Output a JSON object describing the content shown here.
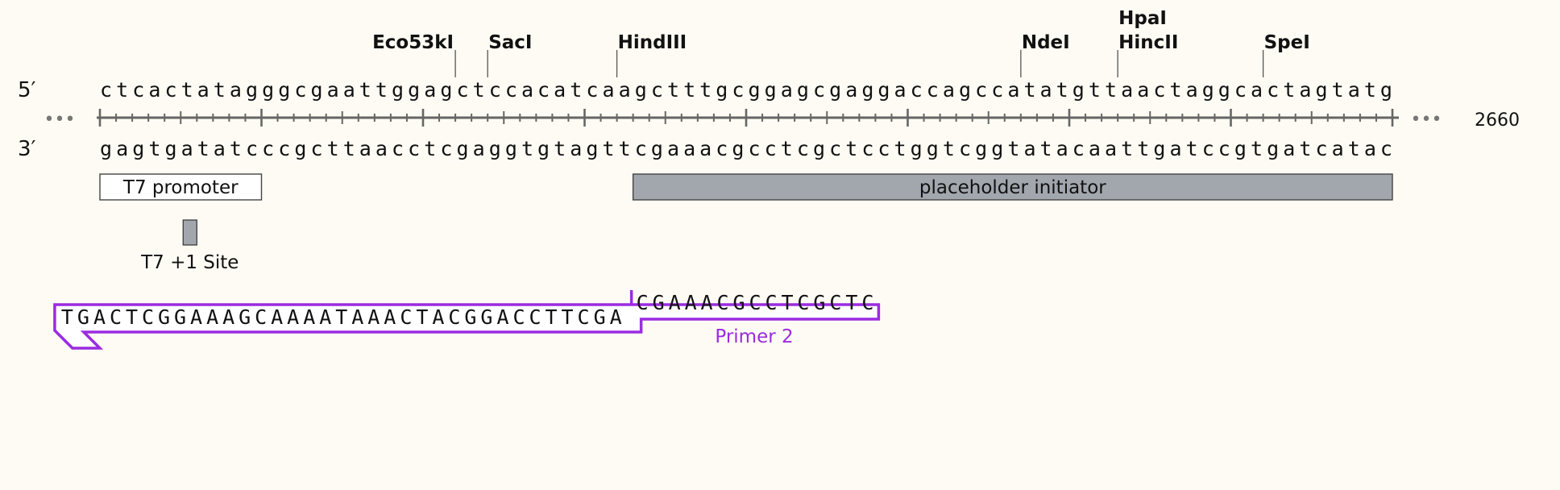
{
  "colors": {
    "background": "#fefbf4",
    "ruler": "#666666",
    "feature_fill": "#a2a7ae",
    "primer": "#9b2be0"
  },
  "sequence": {
    "top_label": "5′",
    "bottom_label": "3′",
    "top": "ctcactatagggcgaattggagctccacatcaagctttgcggagcgaggaccagccatatgttaactaggcactagtatg",
    "bottom": "gagtgatatcccgcttaacctcgaggtgtagttcgaaacgcctcgctcctggtcggtatacaattgatccgtgatcatac",
    "position_label": "2660",
    "ellipsis": "•••"
  },
  "enzymes": [
    {
      "name": "Eco53kI",
      "cut_after": 22
    },
    {
      "name": "SacI",
      "cut_after": 24
    },
    {
      "name": "HindIII",
      "cut_after": 32
    },
    {
      "name": "NdeI",
      "cut_after": 57
    },
    {
      "name": "HpaI\nHincII",
      "cut_after": 63
    },
    {
      "name": "SpeI",
      "cut_after": 72
    }
  ],
  "features": [
    {
      "name": "T7 promoter",
      "start": 0,
      "end": 10,
      "style": "outline"
    },
    {
      "name": "placeholder initiator",
      "start": 33,
      "end": 80,
      "style": "filled"
    },
    {
      "name": "T7 +1 Site",
      "start": 5,
      "end": 6,
      "style": "marker"
    }
  ],
  "primer": {
    "name": "Primer 2",
    "annealed": "CGAAACGCCTCGCTC",
    "overhang": "TGACTCGGAAAGCAAAATAAACTACGGACCTTCGA",
    "direction": "reverse"
  }
}
